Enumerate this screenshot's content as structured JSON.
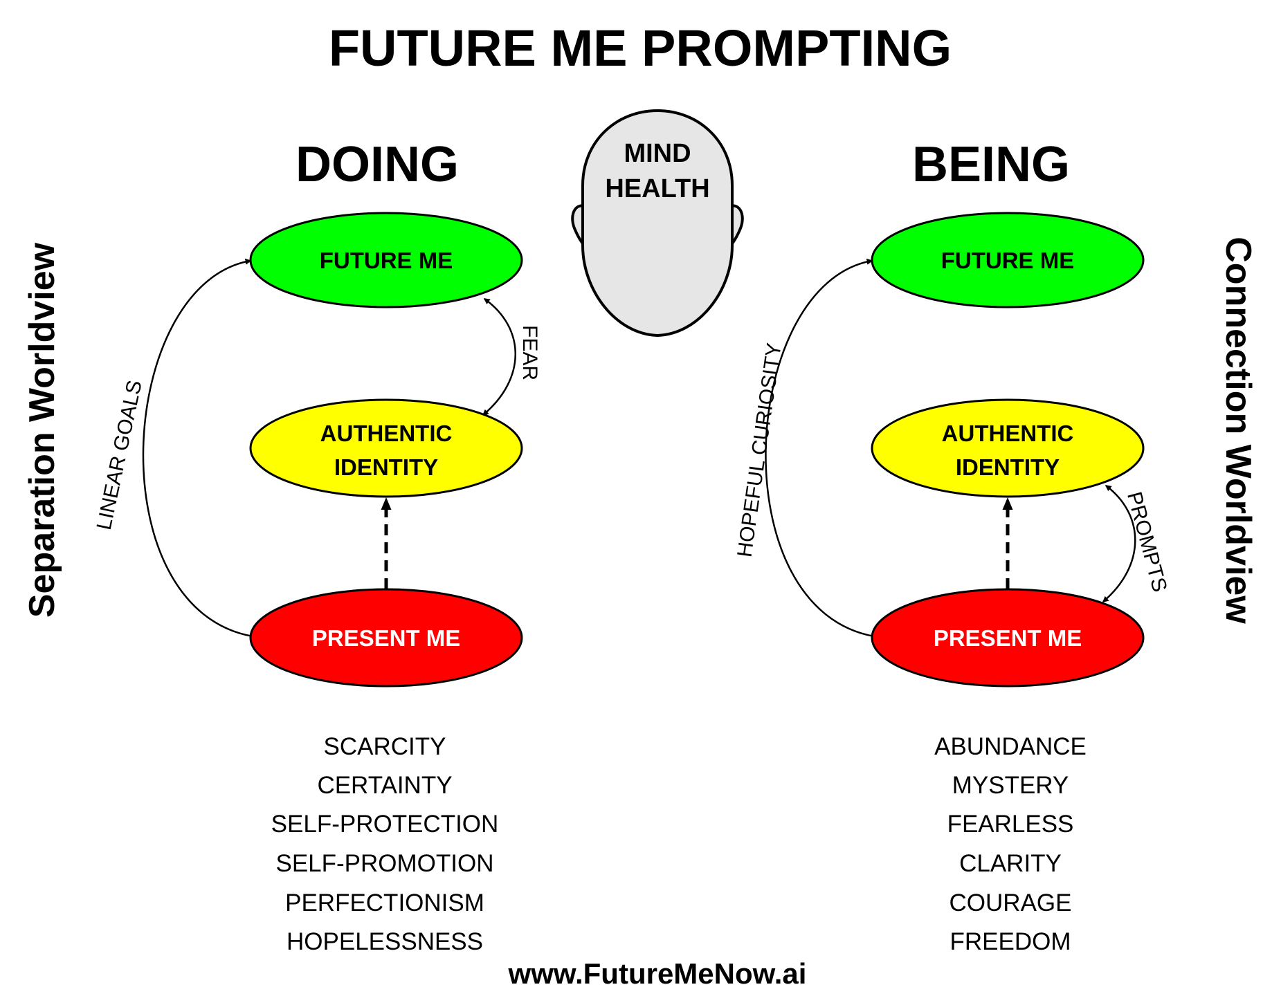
{
  "title": "FUTURE ME PROMPTING",
  "mind_health": {
    "line1": "MIND",
    "line2": "HEALTH"
  },
  "left": {
    "heading": "DOING",
    "worldview": "Separation Worldview",
    "future_me": "FUTURE ME",
    "authentic_line1": "AUTHENTIC",
    "authentic_line2": "IDENTITY",
    "present_me": "PRESENT ME",
    "outer_arrow_label": "LINEAR GOALS",
    "inner_arrow_label": "FEAR",
    "qualities": [
      "SCARCITY",
      "CERTAINTY",
      "SELF-PROTECTION",
      "SELF-PROMOTION",
      "PERFECTIONISM",
      "HOPELESSNESS"
    ]
  },
  "right": {
    "heading": "BEING",
    "worldview": "Connection Worldview",
    "future_me": "FUTURE ME",
    "authentic_line1": "AUTHENTIC",
    "authentic_line2": "IDENTITY",
    "present_me": "PRESENT ME",
    "outer_arrow_label": "HOPEFUL CURIOSITY",
    "inner_arrow_label": "PROMPTS",
    "qualities": [
      "ABUNDANCE",
      "MYSTERY",
      "FEARLESS",
      "CLARITY",
      "COURAGE",
      "FREEDOM"
    ]
  },
  "footer": "www.FutureMeNow.ai",
  "colors": {
    "future_me": "#00ff00",
    "authentic_identity": "#ffff00",
    "present_me": "#ff0000",
    "head_fill": "#e6e6e6"
  }
}
